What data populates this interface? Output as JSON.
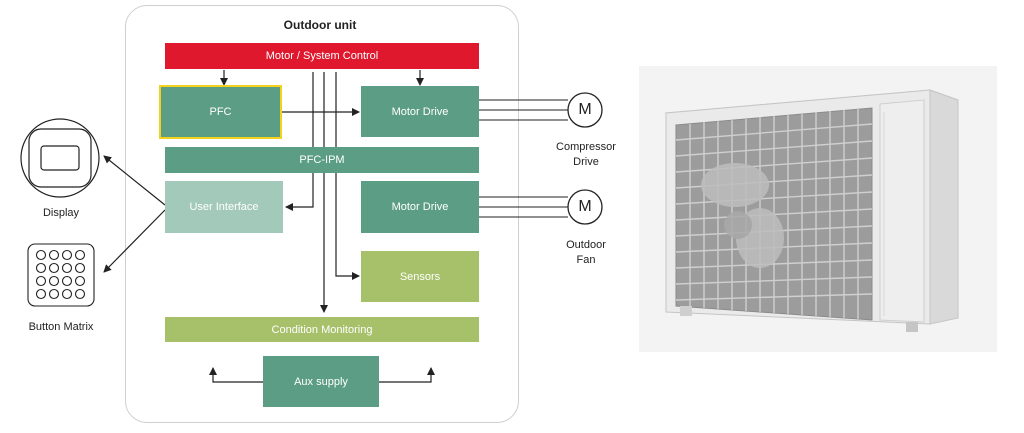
{
  "outdoor_unit": {
    "title": "Outdoor unit",
    "blocks": {
      "system_control": "Motor / System Control",
      "pfc": "PFC",
      "motor_drive_compressor": "Motor Drive",
      "pfc_ipm": "PFC-IPM",
      "user_interface": "User Interface",
      "motor_drive_fan": "Motor Drive",
      "sensors": "Sensors",
      "condition_monitoring": "Condition Monitoring",
      "aux_supply": "Aux supply"
    }
  },
  "motors": {
    "symbol": "M",
    "compressor_label_line1": "Compressor",
    "compressor_label_line2": "Drive",
    "fan_label_line1": "Outdoor",
    "fan_label_line2": "Fan"
  },
  "peripherals": {
    "display_label": "Display",
    "button_matrix_label": "Button Matrix"
  },
  "colors": {
    "control_red": "#e0182d",
    "teal": "#5c9e85",
    "light_teal": "#a3c9ba",
    "olive": "#a7c06a",
    "highlight_yellow": "#f2d21b"
  }
}
